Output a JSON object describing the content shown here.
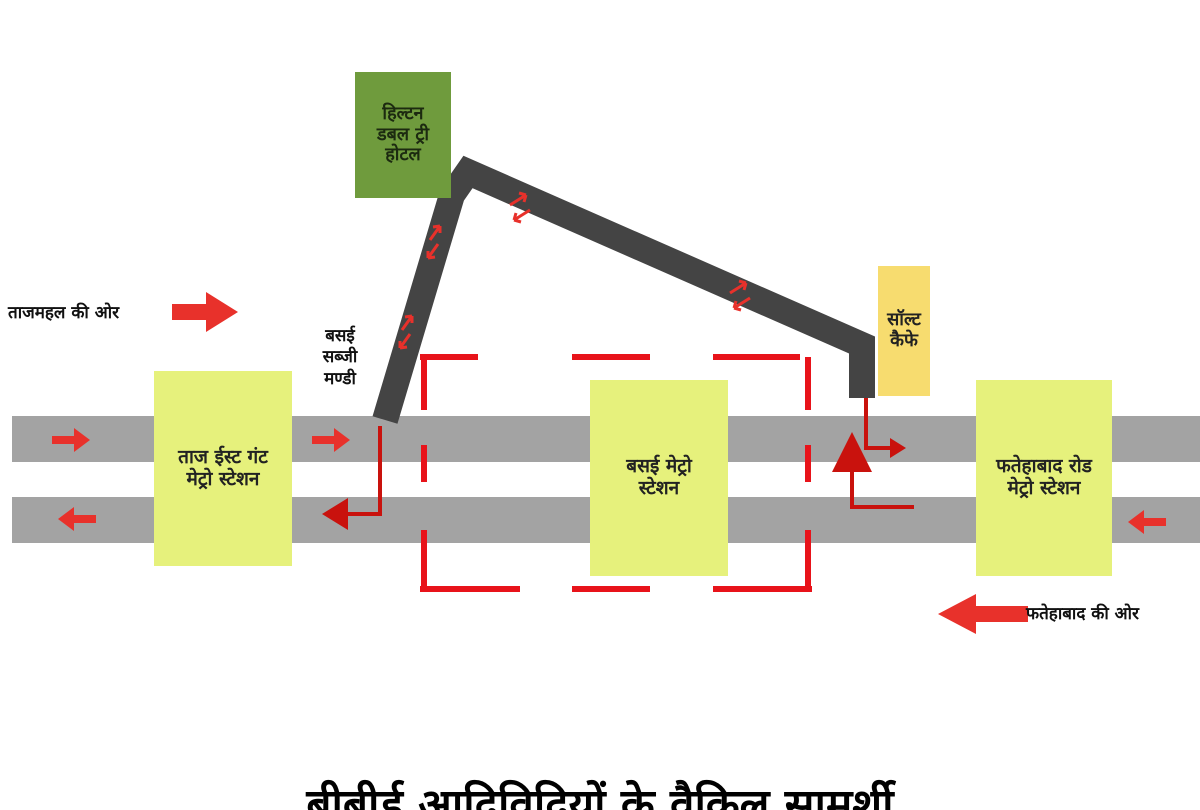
{
  "colors": {
    "road": "#a3a3a3",
    "route": "#444444",
    "arrow": "#e8312b",
    "dark_arrow": "#c9120d",
    "station": "#e6f17c",
    "hilton": "#6f9b3d",
    "salt_cafe": "#f7dc6f",
    "dashed_box": "#e8131a"
  },
  "labels": {
    "toward_tajmahal": "ताजमहल की ओर",
    "toward_fatehabad": "फतेहाबाद की ओर",
    "basai_sabzi_mandi": "बसई\nसब्जी\nमण्डी"
  },
  "boxes": {
    "hilton": "हिल्टन\nडबल ट्री\nहोटल",
    "salt_cafe": "सॉल्ट\nकैफे",
    "taj_east_gate": "ताज ईस्ट गंट\nमेट्रो स्टेशन",
    "basai_metro": "बसई मेट्रो\nस्टेशन",
    "fatehabad_road": "फतेहाबाद रोड\nमेट्रो स्टेशन"
  },
  "caption": "बीबीर्ड आदिविदियों के वैकिल सामर्शी"
}
